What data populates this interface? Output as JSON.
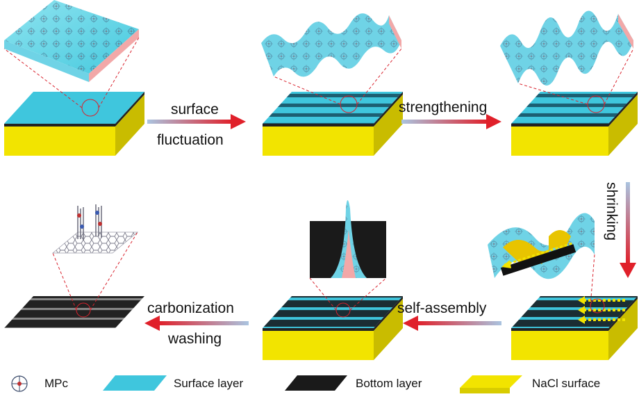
{
  "steps": {
    "surface": "surface",
    "fluctuation": "fluctuation",
    "strengthening": "strengthening",
    "shrinking": "shrinking",
    "self_assembly": "self-assembly",
    "carbonization": "carbonization",
    "washing": "washing"
  },
  "legend": {
    "mpc": "MPc",
    "surface_layer": "Surface layer",
    "bottom_layer": "Bottom layer",
    "nacl_surface": "NaCl  surface"
  },
  "colors": {
    "surface_layer": "#3fc6dd",
    "bottom_layer": "#222222",
    "nacl": "#f2e400",
    "arrow_start": "#aac4e0",
    "arrow_end": "#e0202a",
    "callout": "#d9232e",
    "pink": "#f2a8a8"
  }
}
